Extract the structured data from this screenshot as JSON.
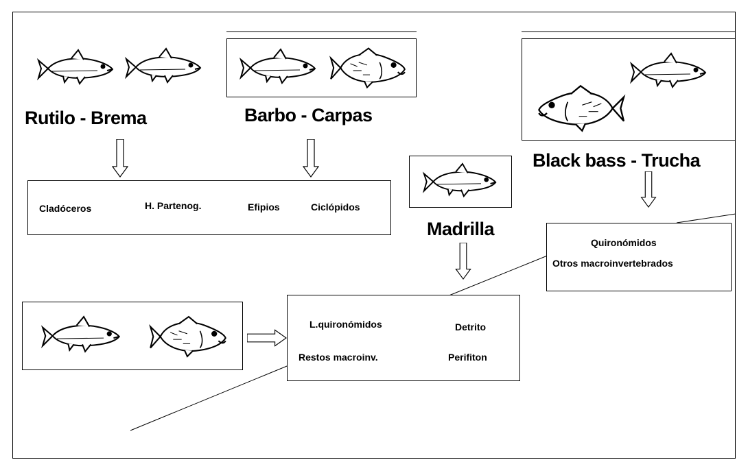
{
  "groups": {
    "rutilo_brema": "Rutilo - Brema",
    "barbo_carpas": "Barbo - Carpas",
    "black_bass_trucha": "Black bass - Trucha",
    "madrilla": "Madrilla"
  },
  "zooplankton": [
    "Cladóceros",
    "H. Partenog.",
    "Efipios",
    "Ciclópidos"
  ],
  "macroinvertebrates": [
    "Quironómidos",
    "Otros macroinvertebrados"
  ],
  "benthic": {
    "top_left": "L.quironómidos",
    "top_right": "Detrito",
    "bottom_left": "Restos macroinv.",
    "bottom_right": "Perifiton"
  }
}
